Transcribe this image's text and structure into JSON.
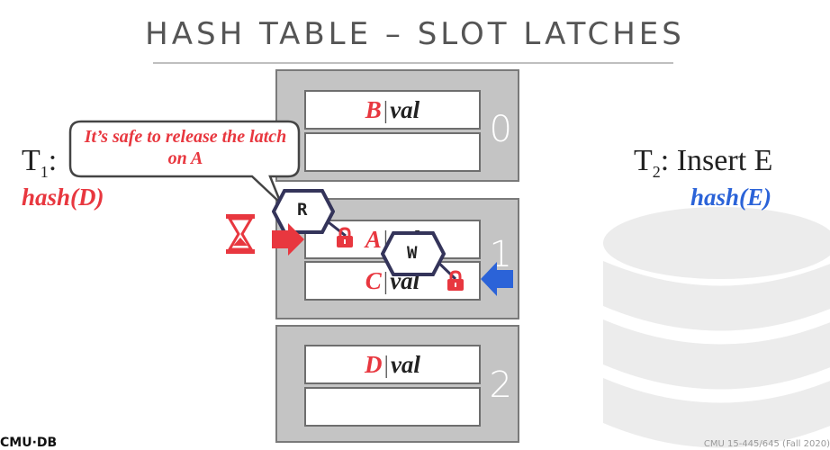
{
  "title": "HASH TABLE – SLOT LATCHES",
  "colors": {
    "red": "#e8373f",
    "blue": "#2b63d8",
    "navy": "#34345a",
    "gray": "#c4c4c4"
  },
  "buckets": [
    {
      "number": "0",
      "slots": [
        {
          "key": "B",
          "value": "val"
        },
        {
          "key": "",
          "value": ""
        }
      ]
    },
    {
      "number": "1",
      "slots": [
        {
          "key": "A",
          "value": "val"
        },
        {
          "key": "C",
          "value": "val"
        }
      ]
    },
    {
      "number": "2",
      "slots": [
        {
          "key": "D",
          "value": "val"
        },
        {
          "key": "",
          "value": ""
        }
      ]
    }
  ],
  "separator": "|",
  "t1": {
    "label_main": "T",
    "label_sub": "1",
    "label_rest": ":",
    "hash": "hash(D)"
  },
  "t2": {
    "label_main": "T",
    "label_sub": "2",
    "label_rest": ": Insert E",
    "hash": "hash(E)"
  },
  "callout": "It’s safe to release the latch on A",
  "latches": {
    "read": "R",
    "write": "W"
  },
  "icons": [
    "hourglass-icon",
    "lock-icon",
    "arrow-right-icon",
    "arrow-left-icon",
    "database-icon"
  ],
  "footer": {
    "logo": "CMU·DB",
    "course": "CMU 15-445/645 (Fall 2020)"
  }
}
